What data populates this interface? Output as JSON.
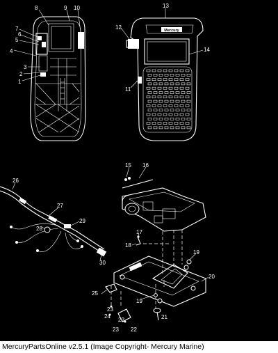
{
  "footer": {
    "text": "MercuryPartsOnline v2.5.1 (Image Copyright- Mercury Marine)"
  },
  "diagram": {
    "logo_text": "Mercury",
    "callouts": {
      "c1": "1",
      "c2": "2",
      "c3": "3",
      "c4": "4",
      "c5": "5",
      "c6": "6",
      "c7": "7",
      "c8": "8",
      "c9": "9",
      "c10": "10",
      "c11": "11",
      "c12": "12",
      "c13": "13",
      "c14": "14",
      "c15": "15",
      "c16": "16",
      "c17": "17",
      "c18": "18",
      "c19a": "19",
      "c19b": "19",
      "c20": "20",
      "c21": "21",
      "c22a": "22",
      "c22b": "22",
      "c23a": "23",
      "c23b": "23",
      "c24": "24",
      "c25": "25",
      "c26": "26",
      "c27": "27",
      "c28": "28",
      "c29": "29",
      "c30": "30"
    }
  }
}
